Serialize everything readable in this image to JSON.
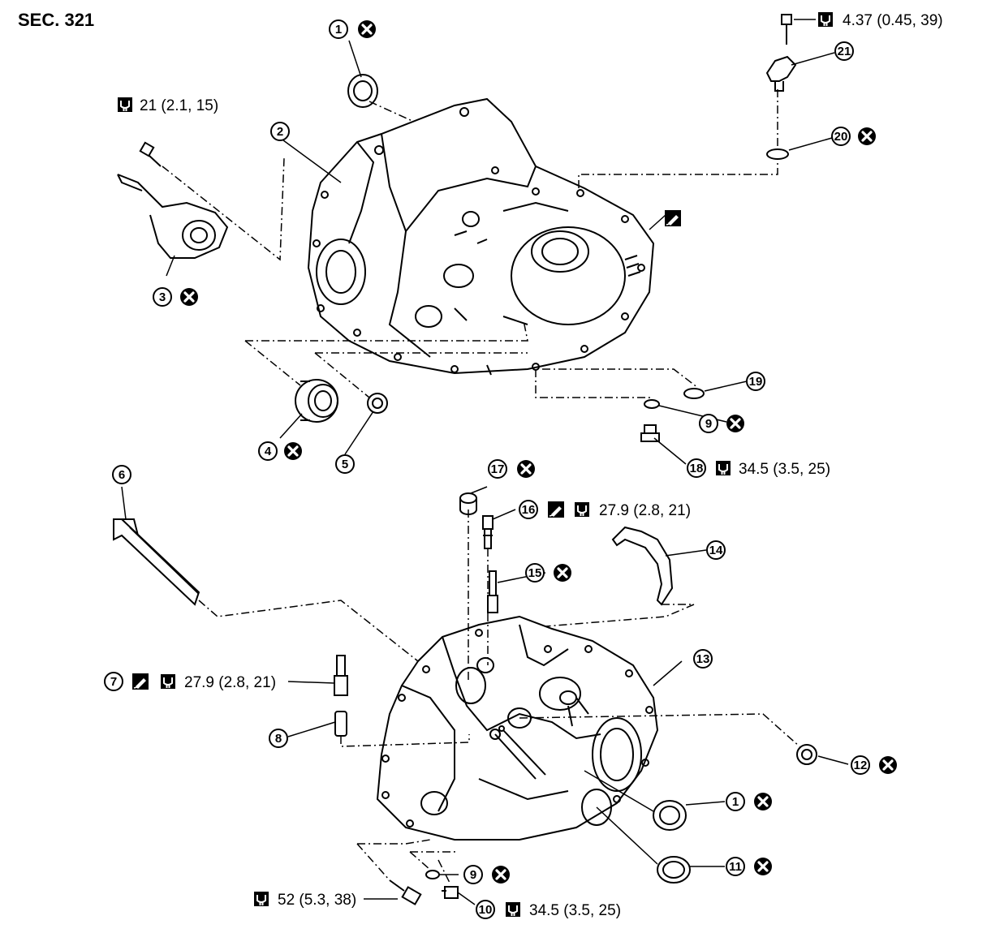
{
  "section": "SEC. 321",
  "callouts": [
    {
      "num": "1"
    },
    {
      "num": "2"
    },
    {
      "num": "3"
    },
    {
      "num": "4"
    },
    {
      "num": "5"
    },
    {
      "num": "6"
    },
    {
      "num": "7"
    },
    {
      "num": "8"
    },
    {
      "num": "9"
    },
    {
      "num": "10"
    },
    {
      "num": "11"
    },
    {
      "num": "12"
    },
    {
      "num": "13"
    },
    {
      "num": "14"
    },
    {
      "num": "15"
    },
    {
      "num": "16"
    },
    {
      "num": "17"
    },
    {
      "num": "18"
    },
    {
      "num": "19"
    },
    {
      "num": "20"
    },
    {
      "num": "21"
    }
  ],
  "torques": {
    "t21": "4.37 (0.45, 39)",
    "t3bolt": "21 (2.1, 15)",
    "t18": "34.5 (3.5, 25)",
    "t16": "27.9 (2.8, 21)",
    "t7": "27.9 (2.8, 21)",
    "t52": "52 (5.3, 38)",
    "t10": "34.5 (3.5, 25)"
  },
  "icons": {
    "replace": "do-not-reuse-icon",
    "torque": "torque-wrench-icon",
    "sealant": "apply-sealant-icon"
  }
}
